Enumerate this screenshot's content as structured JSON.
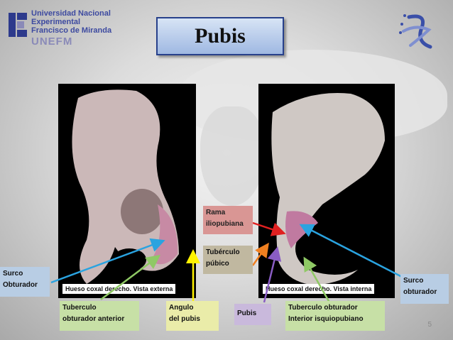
{
  "logo": {
    "line1": "Universidad Nacional",
    "line2": "Experimental",
    "line3": "Francisco de Miranda",
    "acronym": "UNEFM"
  },
  "title": "Pubis",
  "photos": {
    "left_caption": "Hueso coxal derecho. Vista externa",
    "right_caption": "Hueso coxal derecho. Vista interna"
  },
  "labels": {
    "surco_left": [
      "Surco",
      "Obturador"
    ],
    "tuberculo_anterior": [
      "Tuberculo",
      "obturador anterior"
    ],
    "angulo": [
      "Angulo",
      "del pubis"
    ],
    "rama": [
      "Rama",
      "iliopubiana"
    ],
    "tuberculo_pubico": [
      "Tubérculo",
      "púbico"
    ],
    "pubis": "Pubis",
    "tuberculo_posterior": [
      "Tuberculo obturador",
      "Interior isquiopubiano"
    ],
    "surco_right": [
      "Surco",
      "obturador"
    ]
  },
  "page_number": "5",
  "colors": {
    "title_border": "#27408b",
    "arrow_blue": "#2aa3e0",
    "arrow_green": "#8fc965",
    "arrow_yellow": "#fff200",
    "arrow_red": "#e02020",
    "arrow_orange": "#f08020",
    "arrow_violet": "#8a5dc4"
  }
}
